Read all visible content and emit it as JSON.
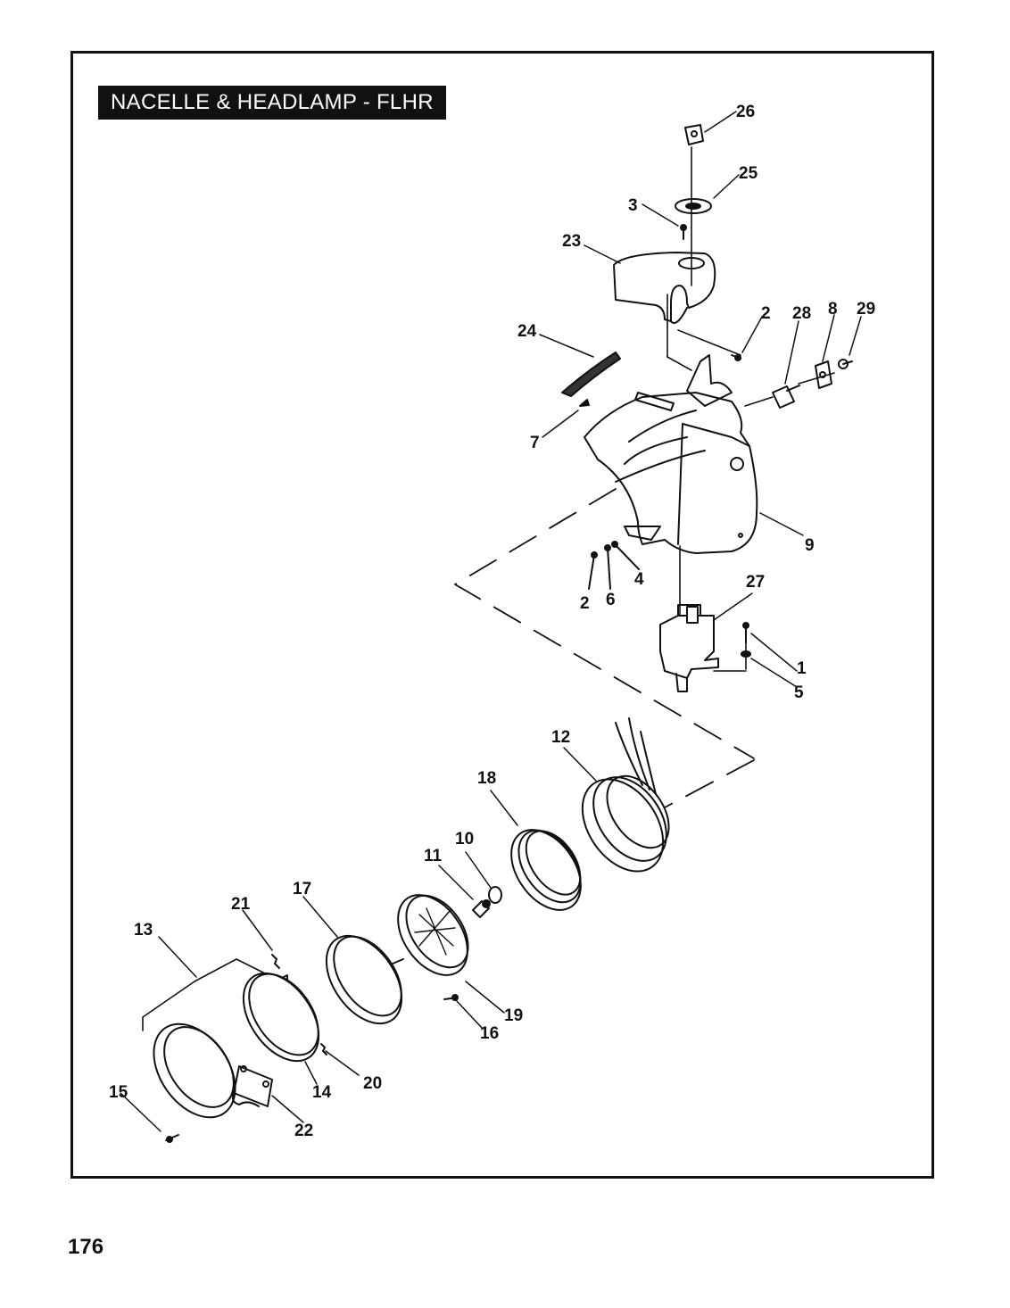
{
  "title": "NACELLE & HEADLAMP - FLHR",
  "page_number": "176",
  "callouts": {
    "c1": "1",
    "c2a": "2",
    "c2b": "2",
    "c3": "3",
    "c4": "4",
    "c5": "5",
    "c6": "6",
    "c7": "7",
    "c8": "8",
    "c9": "9",
    "c10": "10",
    "c11": "11",
    "c12": "12",
    "c13": "13",
    "c14": "14",
    "c15": "15",
    "c16": "16",
    "c17": "17",
    "c18": "18",
    "c19": "19",
    "c20": "20",
    "c21": "21",
    "c22": "22",
    "c23": "23",
    "c24": "24",
    "c25": "25",
    "c26": "26",
    "c27": "27",
    "c28": "28",
    "c29": "29"
  }
}
